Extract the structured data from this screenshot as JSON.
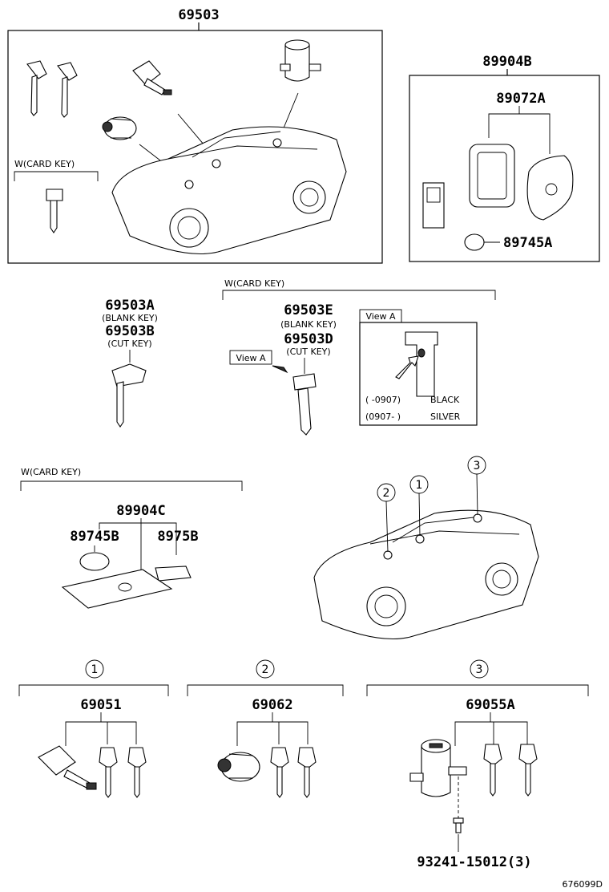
{
  "parts": {
    "p69503": "69503",
    "p89904B": "89904B",
    "p89072A": "89072A",
    "p89745A": "89745A",
    "p69503A": "69503A",
    "p69503B": "69503B",
    "p69503E": "69503E",
    "p69503D": "69503D",
    "p89904C": "89904C",
    "p89745B": "89745B",
    "p8975B": "8975B",
    "p69051": "69051",
    "p69062": "69062",
    "p69055A": "69055A",
    "p93241": "93241-15012(3)"
  },
  "notes": {
    "wcard": "W(CARD KEY)",
    "blank_key": "(BLANK KEY)",
    "cut_key": "(CUT KEY)",
    "view_a": "View A",
    "color_row1_range": "(      -0907)",
    "color_row1_name": "BLACK",
    "color_row2_range": "(0907-      )",
    "color_row2_name": "SILVER"
  },
  "callouts": {
    "c1": "1",
    "c2": "2",
    "c3": "3"
  },
  "diagram_id": "676099D"
}
